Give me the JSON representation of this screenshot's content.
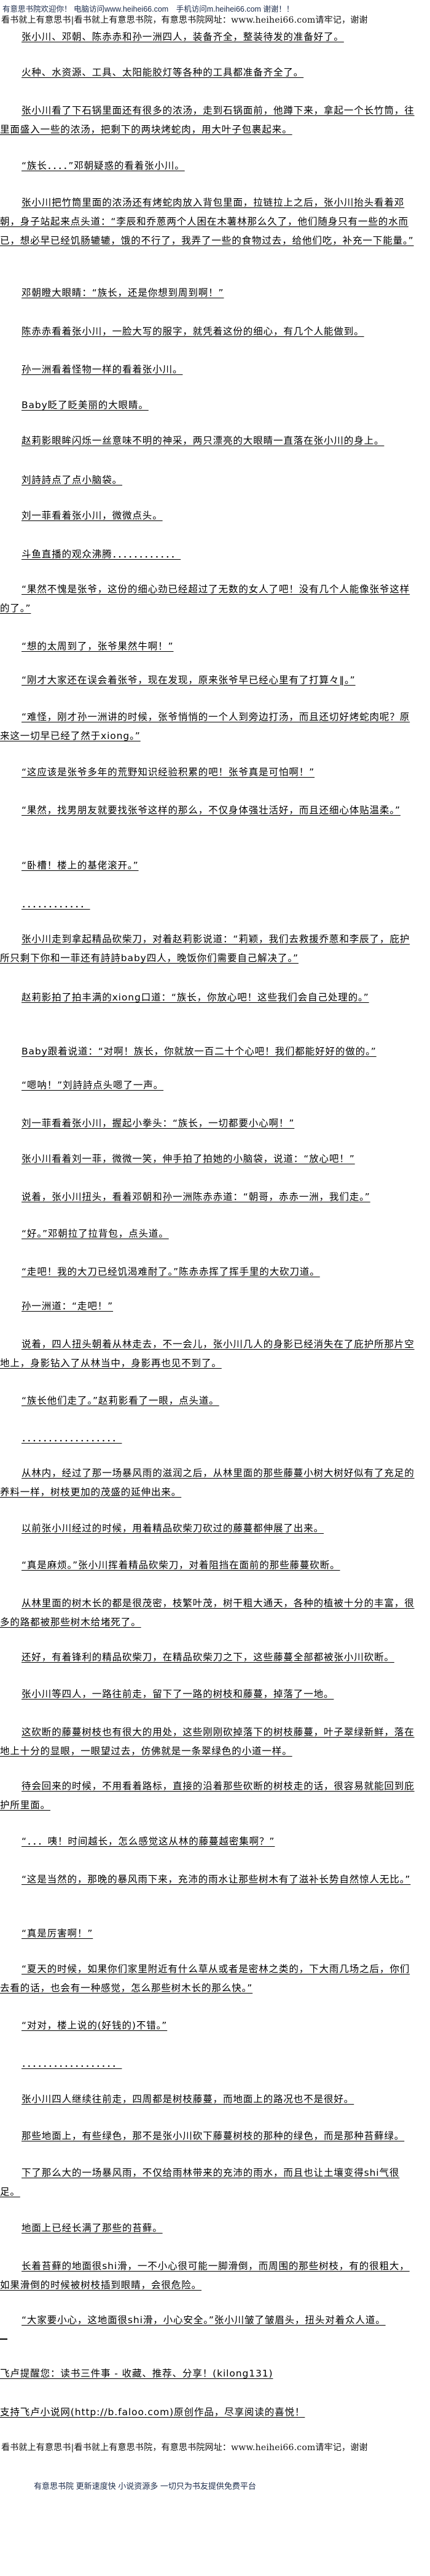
{
  "header": {
    "welcome": "有意思书院欢迎你！ 电脑访问www.heihei66.com　手机访问m.heihei66.com 谢谢！！",
    "notice": "看书就上有意思书|看书就上有意思书院，有意思书院网址：www.heihei66.com请牢记，谢谢"
  },
  "paragraphs": [
    "张小川、邓朝、陈赤赤和孙一洲四人，装备齐全，整装待发的准备好了。",
    "火种、水资源、工具、太阳能胶灯等各种的工具都准备齐全了。",
    "张小川看了下石锅里面还有很多的浓汤，走到石锅面前，他蹲下来，拿起一个长竹筒，往里面盛入一些的浓汤，把剩下的两块烤蛇肉，用大叶子包裹起来。",
    "“族长．．．．”邓朝疑惑的看着张小川。",
    "张小川把竹筒里面的浓汤还有烤蛇肉放入背包里面，拉链拉上之后，张小川抬头看着邓朝，身子站起来点头道：“李辰和乔蒽两个人困在木薯林那么久了，他们随身只有一些的水而已，想必早已经饥肠辘辘，饿的不行了，我弄了一些的食物过去，给他们吃，补充一下能量。”",
    "邓朝瞪大眼睛：“族长，还是你想到周到啊！”",
    "陈赤赤看着张小川，一脸大写的服字，就凭着这份的细心，有几个人能做到。",
    "孙一洲看着怪物一样的看着张小川。",
    "Baby眨了眨美丽的大眼睛。",
    "赵莉影眼眸闪烁一丝意味不明的神采，两只漂亮的大眼睛一直落在张小川的身上。",
    "刘詩詩点了点小脑袋。",
    "刘一菲看着张小川，微微点头。",
    "斗鱼直播的观众沸腾．．．．．．．．．．．．",
    "“果然不愧是张爷，这份的细心劲已经超过了无数的女人了吧！没有几个人能像张爷这样的了。”",
    "“想的太周到了，张爷果然牛啊！”",
    "“刚才大家还在误会着张爷，现在发现，原来张爷早已经心里有了打算々‖。”",
    "“难怪，刚才孙一洲讲的时候，张爷悄悄的一个人到旁边打汤，而且还切好烤蛇肉呢？原来这一切早已经了然于xiong。”",
    "“这应该是张爷多年的荒野知识经验积累的吧！张爷真是可怕啊！”",
    "“果然，找男朋友就要找张爷这样的那么，不仅身体强壮活好，而且还细心体贴温柔。”",
    "“卧槽！楼上的基佬滚开。”",
    "．．．．．．．．．．．．",
    "张小川走到拿起精品砍柴刀，对着赵莉影说道：“莉颖，我们去救援乔蒽和李辰了，庇护所只剩下你和一菲还有詩詩baby四人，晚饭你们需要自己解决了。”",
    "赵莉影拍了拍丰满的xiong口道：“族长，你放心吧！这些我们会自己处理的。”",
    "Baby跟着说道：“对啊！族长，你就放一百二十个心吧！我们都能好好的做的。”",
    "“嗯呐！”刘詩詩点头嗯了一声。",
    "刘一菲看着张小川，握起小拳头：“族长，一切都要小心啊！”",
    "张小川看着刘一菲，微微一笑，伸手拍了拍她的小脑袋，说道：“放心吧！”",
    "说着，张小川扭头，看着邓朝和孙一洲陈赤赤道：“朝哥，赤赤一洲，我们走。”",
    "“好。”邓朝拉了拉背包，点头道。",
    "“走吧！我的大刀已经饥渴难耐了。”陈赤赤挥了挥手里的大砍刀道。",
    "孙一洲道：“走吧！”",
    "说着，四人扭头朝着从林走去，不一会儿，张小川几人的身影已经消失在了庇护所那片空地上，身影钻入了从林当中，身影再也见不到了。",
    "“族长他们走了。”赵莉影看了一眼，点头道。",
    "．．．．．．．．．．．．．．．．．．",
    "从林内，经过了那一场暴风雨的滋润之后，从林里面的那些藤蔓小树大树好似有了充足的养料一样，树枝更加的茂盛的延伸出来。",
    "以前张小川经过的时候，用着精品砍柴刀砍过的藤蔓都伸展了出来。",
    "“真是麻烦。”张小川挥着精品砍柴刀，对着阻挡在面前的那些藤蔓砍断。",
    "从林里面的树木长的都是很茂密，枝繁叶茂，树干粗大通天，各种的植被十分的丰富，很多的路都被那些树木给堵死了。",
    "还好，有着锋利的精品砍柴刀，在精品砍柴刀之下，这些藤蔓全部都被张小川砍断。",
    "张小川等四人，一路往前走，留下了一路的树枝和藤蔓，掉落了一地。",
    "这砍断的藤蔓树枝也有很大的用处，这些刚刚砍掉落下的树枝藤蔓，叶子翠绿新鲜，落在地上十分的显眼，一眼望过去，仿佛就是一条翠绿色的小道一样。",
    "待会回来的时候，不用看着路标，直接的沿着那些砍断的树枝走的话，很容易就能回到庇护所里面。",
    "“．．．咦！时间越长，怎么感觉这从林的藤蔓越密集啊？”",
    "“这是当然的，那晚的暴风雨下来，充沛的雨水让那些树木有了滋补长势自然惊人无比。”",
    "“真是厉害啊！”",
    "“夏天的时候，如果你们家里附近有什么草从或者是密林之类的，下大雨几场之后，你们去看的话，也会有一种感觉，怎么那些树木长的那么快。”",
    "“对对，楼上说的(好钱的)不错。”",
    "．．．．．．．．．．．．．．．．．．",
    "张小川四人继续往前走，四周都是树枝藤蔓，而地面上的路况也不是很好。",
    "那些地面上，有些绿色，那不是张小川砍下藤蔓树枝的那种的绿色，而是那种苔藓绿。",
    "下了那么大的一场暴风雨，不仅给雨林带来的充沛的雨水，而且也让土壤变得shi气很足。",
    "地面上已经长满了那些的苔藓。",
    "长着苔藓的地面很shi滑，一不小心很可能一脚滑倒，而周围的那些树枝，有的很粗大，如果滑倒的时候被树枝插到眼睛，会很危险。",
    "“大家要小心，这地面很shi滑，小心安全。”张小川皱了皱眉头，扭头对着众人道。",
    "飞卢提醒您：读书三件事 - 收藏、推荐、分享！(kilong131)",
    "支持飞卢小说网(http://b.faloo.com)原创作品，尽享阅读的喜悦！"
  ],
  "footer": {
    "notice": "看书就上有意思书|看书就上有意思书院，有意思书院网址：www.heihei66.com请牢记，谢谢",
    "slogan": "有意思书院 更新速度快 小说资源多 一切只为书友提供免费平台"
  }
}
